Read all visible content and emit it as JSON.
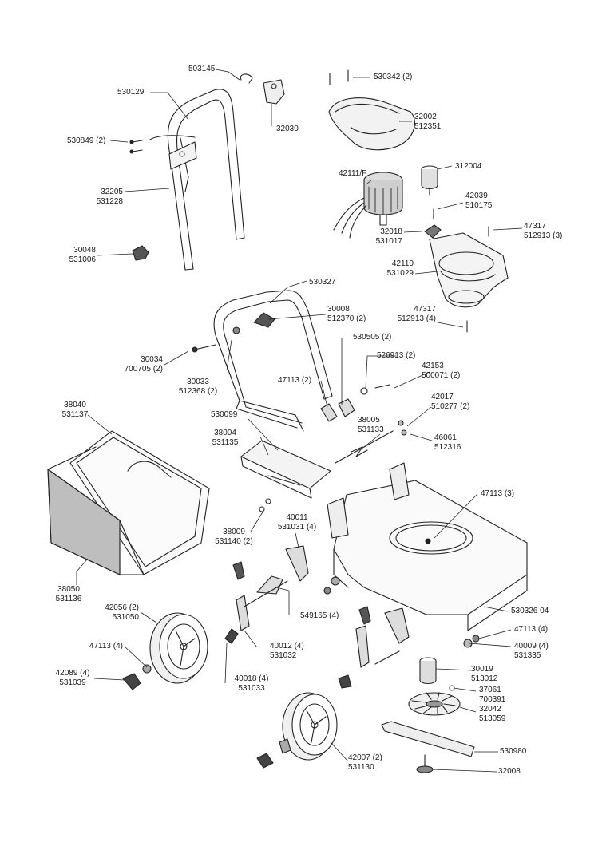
{
  "callouts": {
    "c503145": {
      "l1": "503145"
    },
    "c530129": {
      "l1": "530129"
    },
    "c32030": {
      "l1": "32030"
    },
    "c530342": {
      "l1": "530342 (2)"
    },
    "c32002": {
      "l1": "32002",
      "l2": "512351"
    },
    "c530849": {
      "l1": "530849 (2)"
    },
    "c32205": {
      "l1": "32205",
      "l2": "531228"
    },
    "c312004": {
      "l1": "312004"
    },
    "c42111": {
      "l1": "42111/F"
    },
    "c42039": {
      "l1": "42039",
      "l2": "510175"
    },
    "c47317a": {
      "l1": "47317",
      "l2": "512913 (3)"
    },
    "c32018": {
      "l1": "32018",
      "l2": "531017"
    },
    "c30048": {
      "l1": "30048",
      "l2": "531006"
    },
    "c42110": {
      "l1": "42110",
      "l2": "531029"
    },
    "c530327": {
      "l1": "530327"
    },
    "c30008": {
      "l1": "30008",
      "l2": "512370 (2)"
    },
    "c47317b": {
      "l1": "47317",
      "l2": "512913 (4)"
    },
    "c530505": {
      "l1": "530505 (2)"
    },
    "c30034": {
      "l1": "30034",
      "l2": "700705 (2)"
    },
    "c526913": {
      "l1": "526913 (2)"
    },
    "c42153": {
      "l1": "42153",
      "l2": "500071 (2)"
    },
    "c30033": {
      "l1": "30033",
      "l2": "512368 (2)"
    },
    "c47113a": {
      "l1": "47113 (2)"
    },
    "c42017": {
      "l1": "42017",
      "l2": "510277 (2)"
    },
    "c38040": {
      "l1": "38040",
      "l2": "531137"
    },
    "c530099": {
      "l1": "530099"
    },
    "c38005": {
      "l1": "38005",
      "l2": "531133"
    },
    "c38004": {
      "l1": "38004",
      "l2": "531135"
    },
    "c46061": {
      "l1": "46061",
      "l2": "512316"
    },
    "c47113b": {
      "l1": "47113 (3)"
    },
    "c40011": {
      "l1": "40011",
      "l2": "531031 (4)"
    },
    "c38009": {
      "l1": "38009",
      "l2": "531140 (2)"
    },
    "c38050": {
      "l1": "38050",
      "l2": "531136"
    },
    "c42056": {
      "l1": "42056 (2)",
      "l2": "531050"
    },
    "c549165": {
      "l1": "549165 (4)"
    },
    "c530326": {
      "l1": "530326 04"
    },
    "c47113c": {
      "l1": "47113 (4)"
    },
    "c40009": {
      "l1": "40009 (4)",
      "l2": "531335"
    },
    "c47113d": {
      "l1": "47113 (4)"
    },
    "c40012": {
      "l1": "40012 (4)",
      "l2": "531032"
    },
    "c30019": {
      "l1": "30019",
      "l2": "513012"
    },
    "c42089": {
      "l1": "42089 (4)",
      "l2": "531039"
    },
    "c40018": {
      "l1": "40018 (4)",
      "l2": "531033"
    },
    "c37061": {
      "l1": "37061",
      "l2": "700391"
    },
    "c32042": {
      "l1": "32042",
      "l2": "513059"
    },
    "c530980": {
      "l1": "530980"
    },
    "c42007": {
      "l1": "42007 (2)",
      "l2": "531130"
    },
    "c32008": {
      "l1": "32008"
    }
  }
}
